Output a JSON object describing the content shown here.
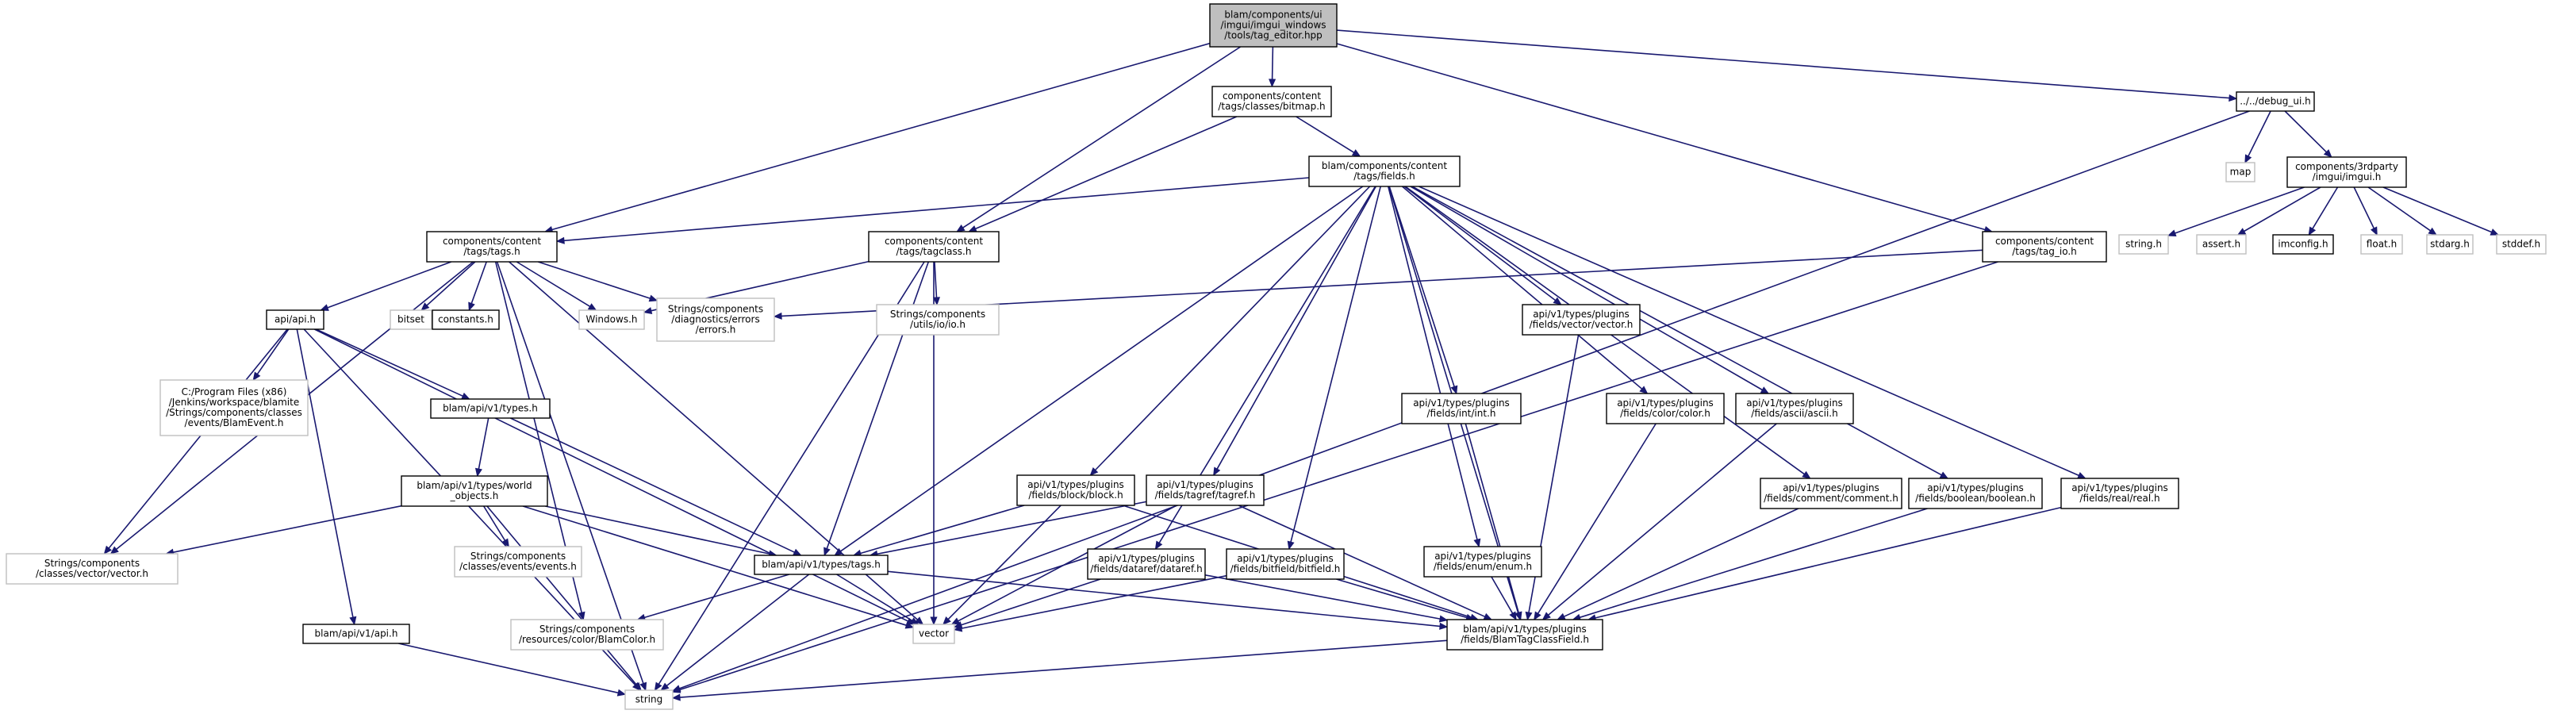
{
  "graph": {
    "edge_color": "#191970",
    "root_fill": "#bfbfbf",
    "external_border": "#bfbfbf",
    "nodes": [
      {
        "id": "root",
        "lines": [
          "blam/components/ui",
          "/imgui/imgui_windows",
          "/tools/tag_editor.hpp"
        ],
        "kind": "root"
      },
      {
        "id": "bitmap",
        "lines": [
          "components/content",
          "/tags/classes/bitmap.h"
        ],
        "kind": "normal"
      },
      {
        "id": "debug_ui",
        "lines": [
          "../../debug_ui.h"
        ],
        "kind": "normal"
      },
      {
        "id": "fields",
        "lines": [
          "blam/components/content",
          "/tags/fields.h"
        ],
        "kind": "normal"
      },
      {
        "id": "map",
        "lines": [
          "map"
        ],
        "kind": "ext"
      },
      {
        "id": "imgui",
        "lines": [
          "components/3rdparty",
          "/imgui/imgui.h"
        ],
        "kind": "normal"
      },
      {
        "id": "string_h",
        "lines": [
          "string.h"
        ],
        "kind": "ext"
      },
      {
        "id": "assert_h",
        "lines": [
          "assert.h"
        ],
        "kind": "ext"
      },
      {
        "id": "imconfig",
        "lines": [
          "imconfig.h"
        ],
        "kind": "normal"
      },
      {
        "id": "float_h",
        "lines": [
          "float.h"
        ],
        "kind": "ext"
      },
      {
        "id": "stdarg",
        "lines": [
          "stdarg.h"
        ],
        "kind": "ext"
      },
      {
        "id": "stddef",
        "lines": [
          "stddef.h"
        ],
        "kind": "ext"
      },
      {
        "id": "tags_h",
        "lines": [
          "components/content",
          "/tags/tags.h"
        ],
        "kind": "normal"
      },
      {
        "id": "tagclass",
        "lines": [
          "components/content",
          "/tags/tagclass.h"
        ],
        "kind": "normal"
      },
      {
        "id": "tag_io",
        "lines": [
          "components/content",
          "/tags/tag_io.h"
        ],
        "kind": "normal"
      },
      {
        "id": "errors",
        "lines": [
          "Strings/components",
          "/diagnostics/errors",
          "/errors.h"
        ],
        "kind": "ext"
      },
      {
        "id": "windows",
        "lines": [
          "Windows.h"
        ],
        "kind": "ext"
      },
      {
        "id": "io",
        "lines": [
          "Strings/components",
          "/utils/io/io.h"
        ],
        "kind": "ext"
      },
      {
        "id": "api_h",
        "lines": [
          "api/api.h"
        ],
        "kind": "normal"
      },
      {
        "id": "bitset",
        "lines": [
          "bitset"
        ],
        "kind": "ext"
      },
      {
        "id": "constants",
        "lines": [
          "constants.h"
        ],
        "kind": "normal"
      },
      {
        "id": "blamevent",
        "lines": [
          "C:/Program Files (x86)",
          "/Jenkins/workspace/blamite",
          "/Strings/components/classes",
          "/events/BlamEvent.h"
        ],
        "kind": "ext"
      },
      {
        "id": "types_h",
        "lines": [
          "blam/api/v1/types.h"
        ],
        "kind": "normal"
      },
      {
        "id": "world",
        "lines": [
          "blam/api/v1/types/world",
          "_objects.h"
        ],
        "kind": "normal"
      },
      {
        "id": "vector_h",
        "lines": [
          "Strings/components",
          "/classes/vector/vector.h"
        ],
        "kind": "ext"
      },
      {
        "id": "events_h",
        "lines": [
          "Strings/components",
          "/classes/events/events.h"
        ],
        "kind": "ext"
      },
      {
        "id": "v1api",
        "lines": [
          "blam/api/v1/api.h"
        ],
        "kind": "normal"
      },
      {
        "id": "blamcolor",
        "lines": [
          "Strings/components",
          "/resources/color/BlamColor.h"
        ],
        "kind": "ext"
      },
      {
        "id": "string",
        "lines": [
          "string"
        ],
        "kind": "ext"
      },
      {
        "id": "vector",
        "lines": [
          "vector"
        ],
        "kind": "ext"
      },
      {
        "id": "types_tags",
        "lines": [
          "blam/api/v1/types/tags.h"
        ],
        "kind": "normal"
      },
      {
        "id": "fvector",
        "lines": [
          "api/v1/types/plugins",
          "/fields/vector/vector.h"
        ],
        "kind": "normal"
      },
      {
        "id": "fint",
        "lines": [
          "api/v1/types/plugins",
          "/fields/int/int.h"
        ],
        "kind": "normal"
      },
      {
        "id": "fcolor",
        "lines": [
          "api/v1/types/plugins",
          "/fields/color/color.h"
        ],
        "kind": "normal"
      },
      {
        "id": "fascii",
        "lines": [
          "api/v1/types/plugins",
          "/fields/ascii/ascii.h"
        ],
        "kind": "normal"
      },
      {
        "id": "fblock",
        "lines": [
          "api/v1/types/plugins",
          "/fields/block/block.h"
        ],
        "kind": "normal"
      },
      {
        "id": "ftagref",
        "lines": [
          "api/v1/types/plugins",
          "/fields/tagref/tagref.h"
        ],
        "kind": "normal"
      },
      {
        "id": "fcomment",
        "lines": [
          "api/v1/types/plugins",
          "/fields/comment/comment.h"
        ],
        "kind": "normal"
      },
      {
        "id": "fboolean",
        "lines": [
          "api/v1/types/plugins",
          "/fields/boolean/boolean.h"
        ],
        "kind": "normal"
      },
      {
        "id": "freal",
        "lines": [
          "api/v1/types/plugins",
          "/fields/real/real.h"
        ],
        "kind": "normal"
      },
      {
        "id": "fdataref",
        "lines": [
          "api/v1/types/plugins",
          "/fields/dataref/dataref.h"
        ],
        "kind": "normal"
      },
      {
        "id": "fbitfield",
        "lines": [
          "api/v1/types/plugins",
          "/fields/bitfield/bitfield.h"
        ],
        "kind": "normal"
      },
      {
        "id": "fenum",
        "lines": [
          "api/v1/types/plugins",
          "/fields/enum/enum.h"
        ],
        "kind": "normal"
      },
      {
        "id": "tagclassfield",
        "lines": [
          "blam/api/v1/types/plugins",
          "/fields/BlamTagClassField.h"
        ],
        "kind": "normal"
      }
    ],
    "edges": [
      [
        "root",
        "bitmap"
      ],
      [
        "root",
        "debug_ui"
      ],
      [
        "root",
        "tags_h"
      ],
      [
        "root",
        "tagclass"
      ],
      [
        "root",
        "tag_io"
      ],
      [
        "bitmap",
        "fields"
      ],
      [
        "bitmap",
        "tagclass"
      ],
      [
        "debug_ui",
        "map"
      ],
      [
        "debug_ui",
        "imgui"
      ],
      [
        "debug_ui",
        "string"
      ],
      [
        "imgui",
        "string_h"
      ],
      [
        "imgui",
        "assert_h"
      ],
      [
        "imgui",
        "imconfig"
      ],
      [
        "imgui",
        "float_h"
      ],
      [
        "imgui",
        "stdarg"
      ],
      [
        "imgui",
        "stddef"
      ],
      [
        "fields",
        "tags_h"
      ],
      [
        "fields",
        "types_tags"
      ],
      [
        "fields",
        "fvector"
      ],
      [
        "fields",
        "fint"
      ],
      [
        "fields",
        "fcolor"
      ],
      [
        "fields",
        "fascii"
      ],
      [
        "fields",
        "fblock"
      ],
      [
        "fields",
        "ftagref"
      ],
      [
        "fields",
        "fcomment"
      ],
      [
        "fields",
        "fboolean"
      ],
      [
        "fields",
        "freal"
      ],
      [
        "fields",
        "fdataref"
      ],
      [
        "fields",
        "fbitfield"
      ],
      [
        "fields",
        "fenum"
      ],
      [
        "fields",
        "tagclassfield"
      ],
      [
        "tags_h",
        "api_h"
      ],
      [
        "tags_h",
        "bitset"
      ],
      [
        "tags_h",
        "constants"
      ],
      [
        "tags_h",
        "windows"
      ],
      [
        "tags_h",
        "errors"
      ],
      [
        "tags_h",
        "vector_h"
      ],
      [
        "tags_h",
        "blamcolor"
      ],
      [
        "tags_h",
        "vector"
      ],
      [
        "tags_h",
        "string"
      ],
      [
        "tagclass",
        "windows"
      ],
      [
        "tagclass",
        "io"
      ],
      [
        "tagclass",
        "types_tags"
      ],
      [
        "tagclass",
        "vector"
      ],
      [
        "tagclass",
        "string"
      ],
      [
        "tag_io",
        "errors"
      ],
      [
        "tag_io",
        "string"
      ],
      [
        "api_h",
        "blamevent"
      ],
      [
        "api_h",
        "types_h"
      ],
      [
        "api_h",
        "vector_h"
      ],
      [
        "api_h",
        "v1api"
      ],
      [
        "api_h",
        "string"
      ],
      [
        "api_h",
        "vector"
      ],
      [
        "types_h",
        "world"
      ],
      [
        "types_h",
        "types_tags"
      ],
      [
        "world",
        "vector_h"
      ],
      [
        "world",
        "events_h"
      ],
      [
        "world",
        "types_tags"
      ],
      [
        "world",
        "vector"
      ],
      [
        "world",
        "string"
      ],
      [
        "v1api",
        "string"
      ],
      [
        "types_tags",
        "blamcolor"
      ],
      [
        "types_tags",
        "vector"
      ],
      [
        "types_tags",
        "string"
      ],
      [
        "types_tags",
        "tagclassfield"
      ],
      [
        "fvector",
        "tagclassfield"
      ],
      [
        "fint",
        "tagclassfield"
      ],
      [
        "fcolor",
        "tagclassfield"
      ],
      [
        "fascii",
        "tagclassfield"
      ],
      [
        "fblock",
        "types_tags"
      ],
      [
        "fblock",
        "vector"
      ],
      [
        "fblock",
        "tagclassfield"
      ],
      [
        "ftagref",
        "types_tags"
      ],
      [
        "ftagref",
        "vector"
      ],
      [
        "ftagref",
        "tagclassfield"
      ],
      [
        "fcomment",
        "tagclassfield"
      ],
      [
        "fboolean",
        "tagclassfield"
      ],
      [
        "freal",
        "tagclassfield"
      ],
      [
        "fdataref",
        "vector"
      ],
      [
        "fdataref",
        "tagclassfield"
      ],
      [
        "fbitfield",
        "vector"
      ],
      [
        "fbitfield",
        "tagclassfield"
      ],
      [
        "fenum",
        "tagclassfield"
      ],
      [
        "tagclassfield",
        "string"
      ]
    ]
  }
}
